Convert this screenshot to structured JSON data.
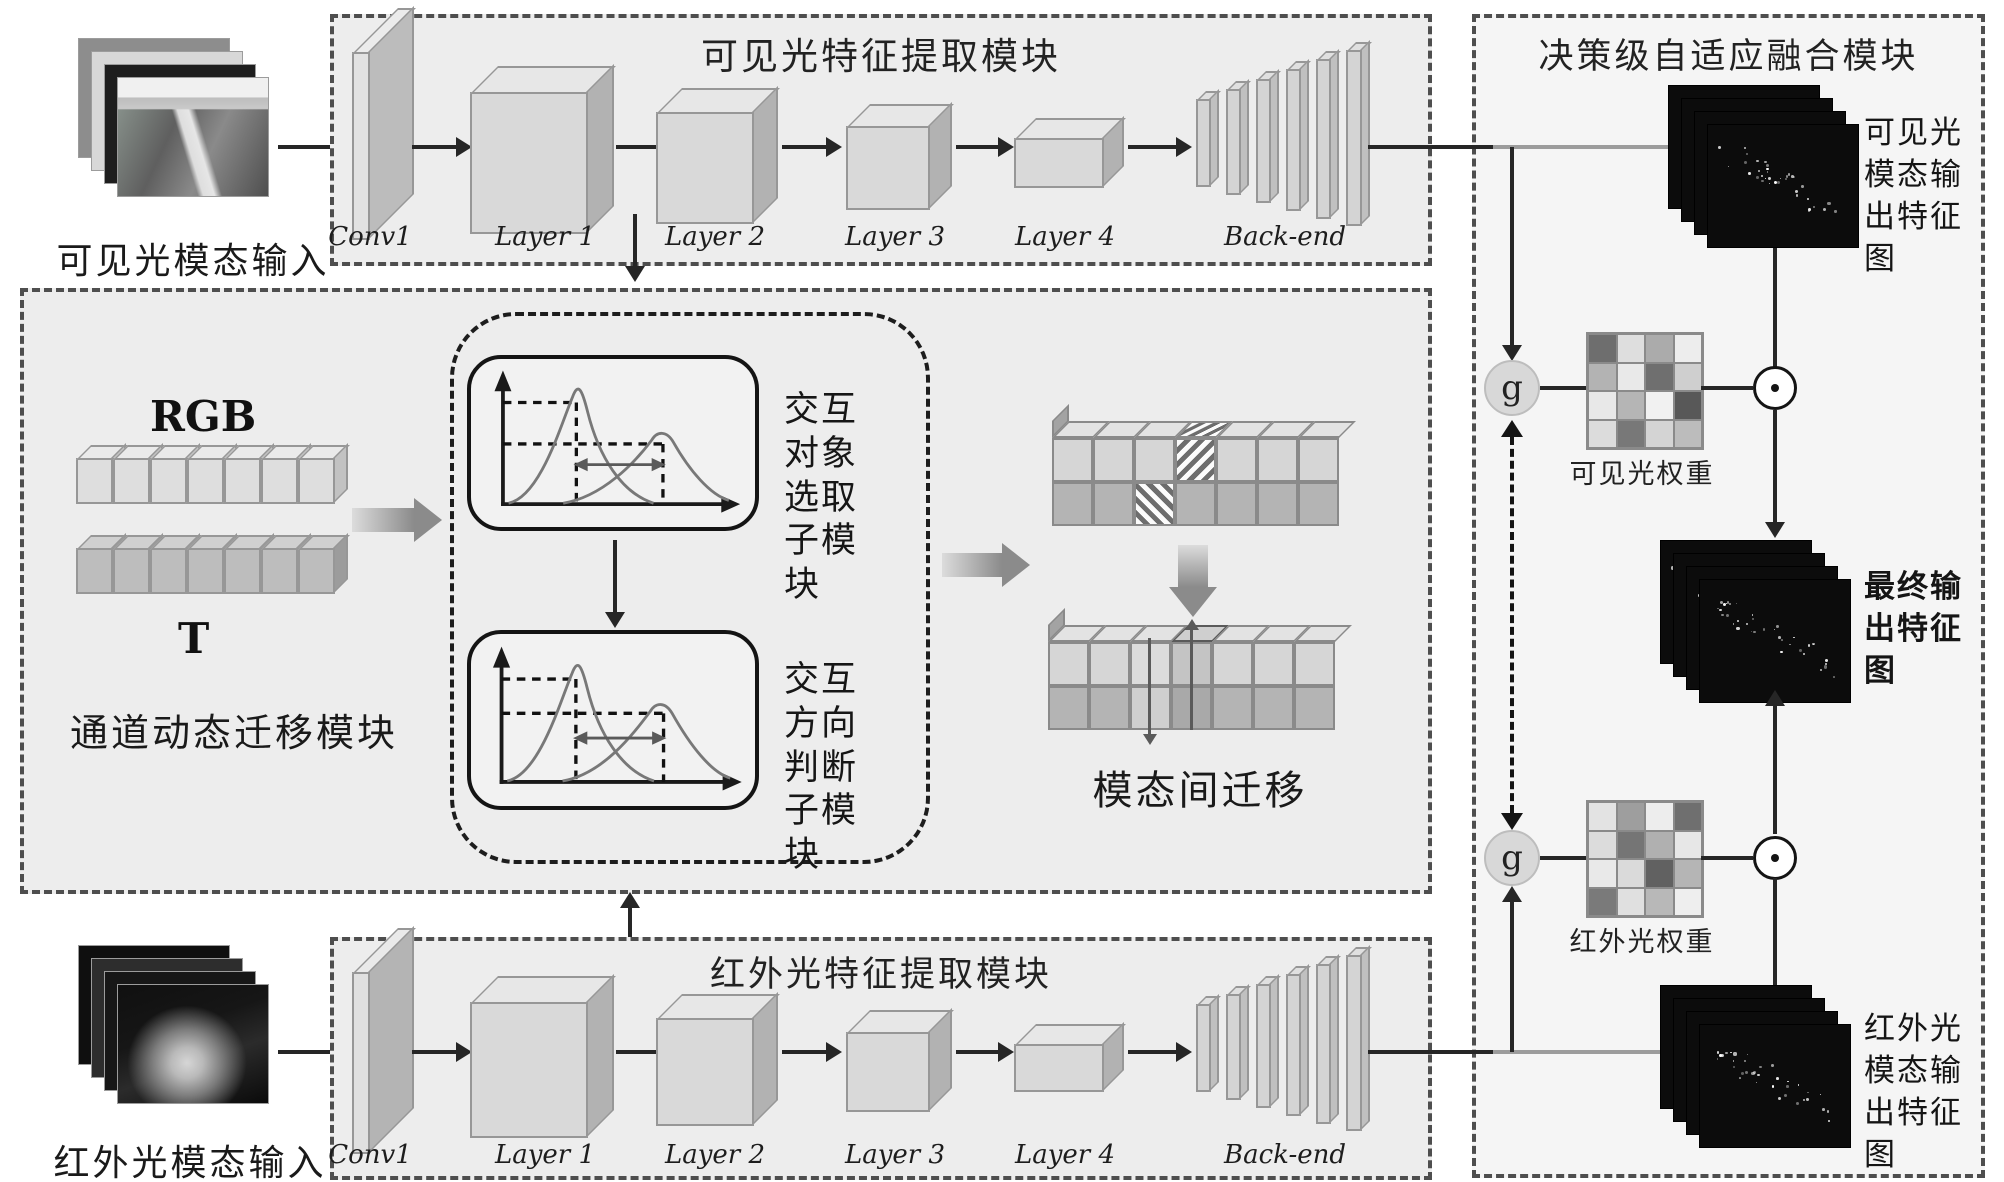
{
  "inputs": {
    "visible_label": "可见光模态输入",
    "infrared_label": "红外光模态输入"
  },
  "visible_module": {
    "title": "可见光特征提取模块",
    "layers": [
      "Conv1",
      "Layer 1",
      "Layer 2",
      "Layer 3",
      "Layer 4",
      "Back-end"
    ]
  },
  "infrared_module": {
    "title": "红外光特征提取模块",
    "layers": [
      "Conv1",
      "Layer 1",
      "Layer 2",
      "Layer 3",
      "Layer 4",
      "Back-end"
    ]
  },
  "transfer_module": {
    "title": "通道动态迁移模块",
    "rgb_label": "RGB",
    "t_label": "T",
    "submodule1_label": "交互对象选取子模块",
    "submodule2_label": "交互方向判断子模块",
    "migration_label": "模态间迁移"
  },
  "fusion_module": {
    "title": "决策级自适应融合模块",
    "gate_symbol": "g",
    "odot_symbol": "⊙",
    "visible_output_label": "可见光模态输出特征图",
    "final_output_label": "最终输出特征图",
    "infrared_output_label": "红外光模态输出特征图",
    "visible_weight_label": "可见光权重",
    "infrared_weight_label": "红外光权重"
  },
  "weights": {
    "visible_matrix": [
      "#6e6e6e",
      "#dedede",
      "#ababab",
      "#ededed",
      "#b3b3b3",
      "#e9e9e9",
      "#6f6f6f",
      "#cfcfcf",
      "#e8e8e8",
      "#b5b5b5",
      "#f1f1f1",
      "#585858",
      "#dcdcdc",
      "#787878",
      "#d4d4d4",
      "#bcbcbc"
    ],
    "infrared_matrix": [
      "#e3e3e3",
      "#9e9e9e",
      "#ededed",
      "#6f6f6f",
      "#dcdcdc",
      "#757575",
      "#b0b0b0",
      "#e7e7e7",
      "#e9e9e9",
      "#dadada",
      "#616161",
      "#b5b5b5",
      "#7a7a7a",
      "#e0e0e0",
      "#b8b8b8",
      "#eeeeee"
    ]
  },
  "colors": {
    "accent_dark": "#262626",
    "line_gray": "#9c9c9c",
    "module_bg": "#ededed",
    "fusion_bg": "#f5f5f5",
    "feature_map_bg": "#0c0c0c"
  }
}
